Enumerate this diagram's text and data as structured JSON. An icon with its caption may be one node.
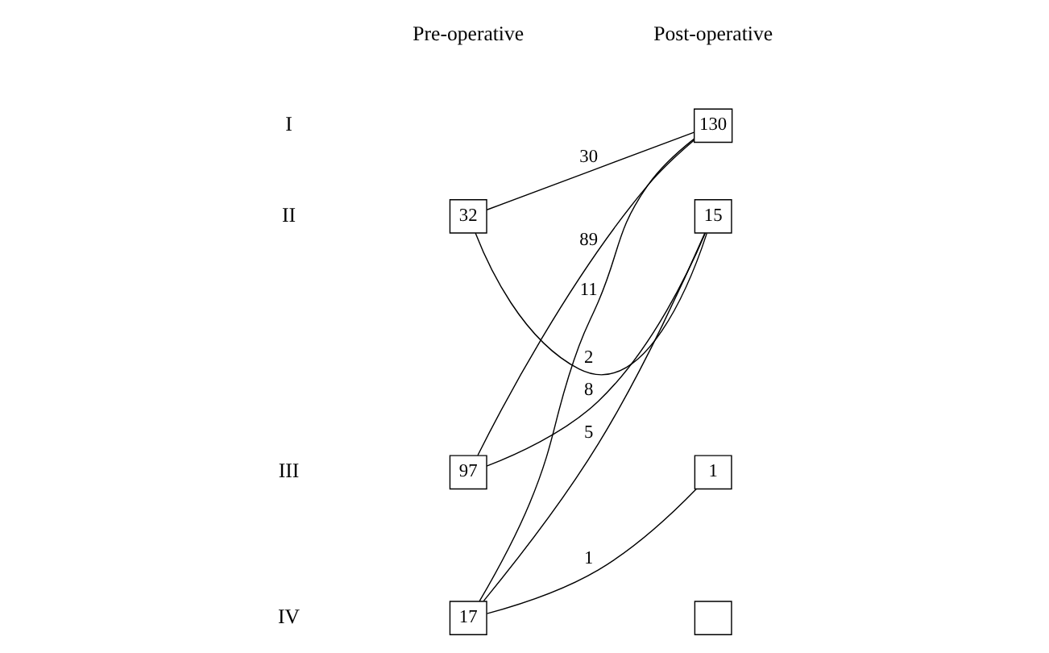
{
  "diagram": {
    "nodes": [
      {
        "text": [
          "130"
        ]
      },
      {
        "text": [
          "32"
        ]
      },
      {
        "text": [
          "15"
        ]
      },
      {
        "text": [
          "97"
        ]
      },
      {
        "text": [
          "1"
        ]
      },
      {
        "text": [
          "17"
        ]
      },
      {
        "text": [],
        "shape": "box"
      }
    ],
    "edges": [
      {
        "from": 1,
        "to": 0,
        "arrow": "none",
        "label": "30"
      },
      {
        "from": 1,
        "to": 2,
        "arrow": "none",
        "label": "2"
      },
      {
        "from": 3,
        "to": 0,
        "arrow": "none",
        "label": "89"
      },
      {
        "from": 3,
        "to": 2,
        "arrow": "none",
        "label": "8"
      },
      {
        "from": 5,
        "to": 0,
        "arrow": "none",
        "label": "11"
      },
      {
        "from": 5,
        "to": 2,
        "arrow": "none",
        "label": "5"
      },
      {
        "from": 5,
        "to": 4,
        "arrow": "none",
        "label": "1"
      }
    ],
    "labels": [
      "Pre-operative",
      "Post-operative",
      "I",
      "II",
      "III",
      "IV"
    ]
  }
}
